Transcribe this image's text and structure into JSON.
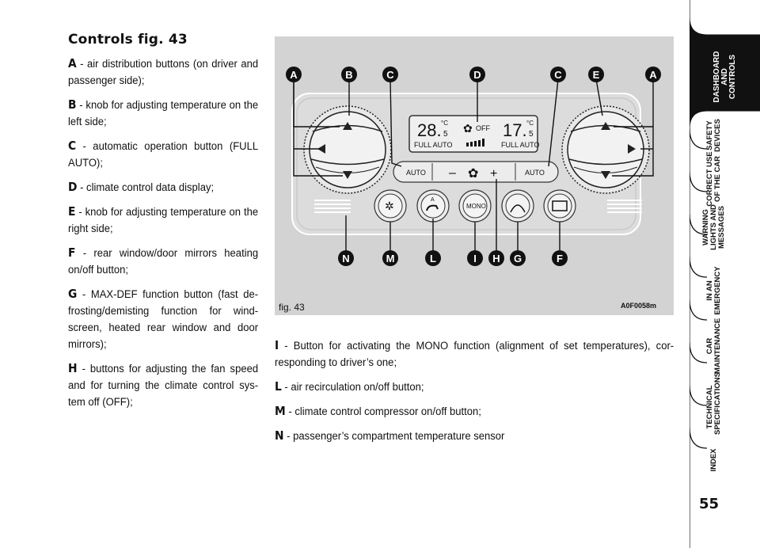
{
  "left": {
    "heading": "Controls fig. 43",
    "items": [
      {
        "key": "A",
        "text": " - air distribution buttons (on driver and passenger side);"
      },
      {
        "key": "B",
        "text": " - knob for adjusting temperature on the left side;"
      },
      {
        "key": "C",
        "text": " - automatic operation button (FULL AUTO);"
      },
      {
        "key": "D",
        "text": " - climate control data display;"
      },
      {
        "key": "E",
        "text": " - knob for adjusting temperature on the right side;"
      },
      {
        "key": "F",
        "text": " - rear window/door mirrors heating on/off button;"
      },
      {
        "key": "G",
        "text": " - MAX-DEF function button (fast de-frosting/demisting function for wind-screen, heated rear window and door mirrors);"
      },
      {
        "key": "H",
        "text": " - buttons for adjusting the fan speed and for turning the climate control sys-tem off (OFF);"
      }
    ]
  },
  "bottom": {
    "items": [
      {
        "key": "I",
        "text": " - Button for activating the MONO function (alignment of set temperatures), cor-responding to driver’s one;"
      },
      {
        "key": "L",
        "text": " - air recirculation on/off button;"
      },
      {
        "key": "M",
        "text": " - climate control compressor on/off button;"
      },
      {
        "key": "N",
        "text": " - passenger’s compartment temperature sensor"
      }
    ]
  },
  "figure": {
    "caption": "fig. 43",
    "code": "A0F0058m",
    "callouts_top": [
      "A",
      "B",
      "C",
      "D",
      "C",
      "E",
      "A"
    ],
    "callouts_bottom": [
      "N",
      "M",
      "L",
      "I",
      "H",
      "G",
      "F"
    ],
    "display": {
      "left_temp": "28.",
      "left_temp_decimal": "5",
      "right_temp": "17.",
      "right_temp_decimal": "5",
      "unit": "°C",
      "fan_status": "OFF",
      "left_mode": "FULL AUTO",
      "right_mode": "FULL AUTO"
    },
    "buttons": {
      "auto_left": "AUTO",
      "auto_right": "AUTO",
      "minus": "–",
      "plus": "+",
      "mono": "MONO",
      "recirc": "A"
    }
  },
  "sidebar": {
    "tabs": [
      {
        "label": "DASHBOARD\nAND\nCONTROLS",
        "active": true
      },
      {
        "label": "SAFETY\nDEVICES",
        "active": false
      },
      {
        "label": "CORRECT USE\nOF THE CAR",
        "active": false
      },
      {
        "label": "WARNING\nLIGHTS AND\nMESSAGES",
        "active": false
      },
      {
        "label": "IN AN\nEMERGENCY",
        "active": false
      },
      {
        "label": "CAR\nMAINTENANCE",
        "active": false
      },
      {
        "label": "TECHNICAL\nSPECIFICATIONS",
        "active": false
      },
      {
        "label": "INDEX",
        "active": false
      }
    ],
    "page_number": "55"
  }
}
